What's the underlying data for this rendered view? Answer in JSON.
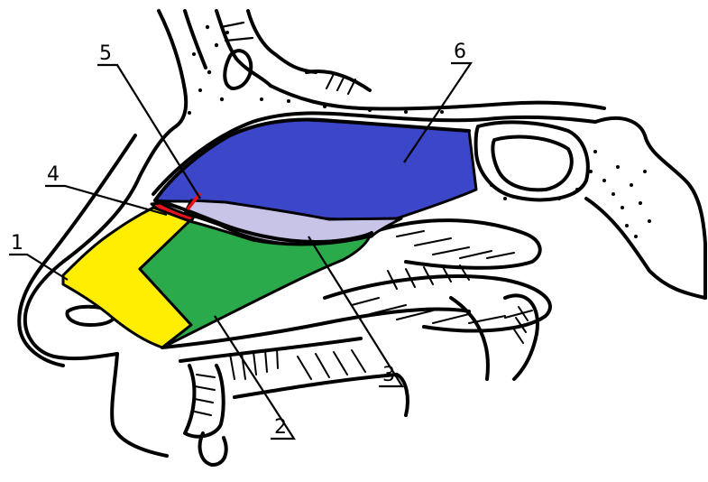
{
  "colors": {
    "zone1": "#ffee00",
    "zone2": "#2aaa4a",
    "zone3": "#c8c4e8",
    "zone4": "#e8121a",
    "zone6": "#3b46c8"
  },
  "labels": [
    {
      "id": "1",
      "text": "1"
    },
    {
      "id": "2",
      "text": "2"
    },
    {
      "id": "3",
      "text": "3"
    },
    {
      "id": "4",
      "text": "4"
    },
    {
      "id": "5",
      "text": "5"
    },
    {
      "id": "6",
      "text": "6"
    }
  ]
}
